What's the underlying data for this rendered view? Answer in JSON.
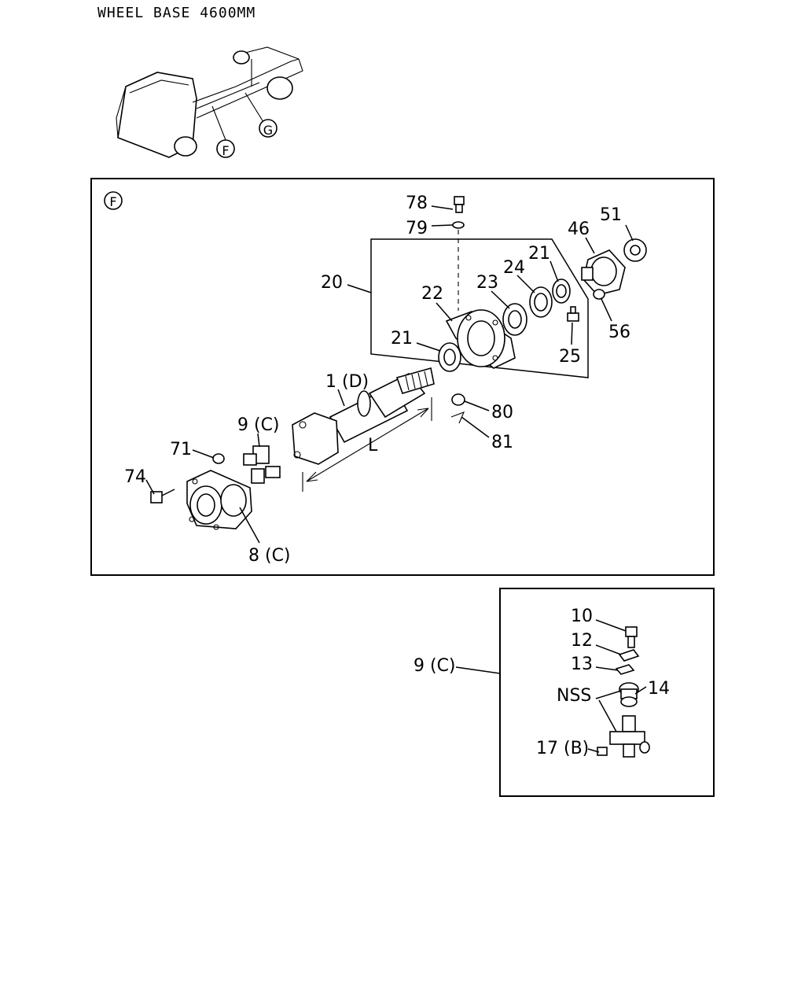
{
  "header": {
    "title": "WHEEL BASE 4600MM"
  },
  "overview": {
    "callout_f": "F",
    "callout_g": "G"
  },
  "panel_f": {
    "marker": "F",
    "labels": {
      "p78": "78",
      "p79": "79",
      "p20": "20",
      "p22": "22",
      "p23": "23",
      "p24": "24",
      "p21a": "21",
      "p21b": "21",
      "p46": "46",
      "p51": "51",
      "p56": "56",
      "p25": "25",
      "p1": "1 (D)",
      "p80": "80",
      "p81": "81",
      "p9": "9 (C)",
      "p71": "71",
      "p74": "74",
      "p8": "8 (C)",
      "L": "L"
    }
  },
  "panel_detail": {
    "ref": "9 (C)",
    "labels": {
      "p10": "10",
      "p12": "12",
      "p13": "13",
      "p14": "14",
      "nss": "NSS",
      "p17": "17 (B)"
    }
  }
}
